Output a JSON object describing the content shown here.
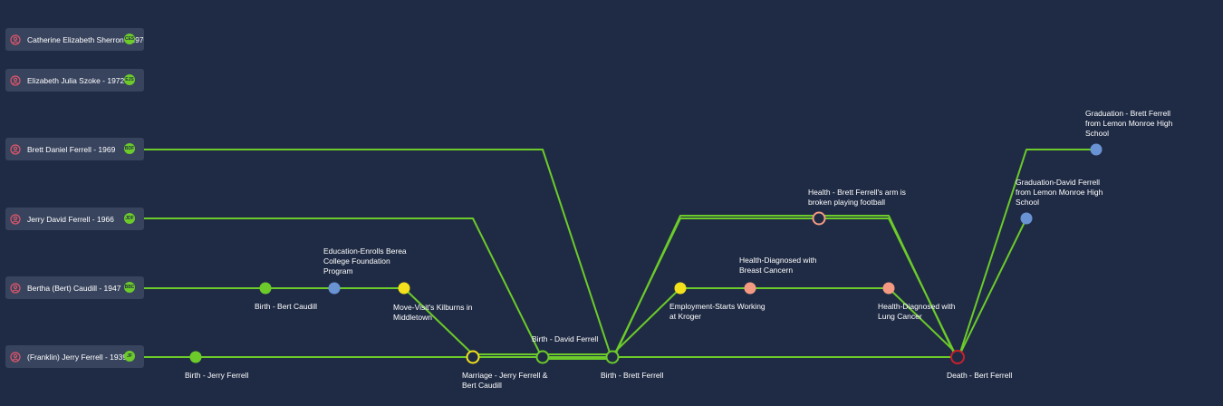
{
  "people": [
    {
      "id": "ces",
      "name": "Catherine Elizabeth Sherron - 1970",
      "initials": "CES"
    },
    {
      "id": "ejs",
      "name": "Elizabeth Julia Szoke - 1972",
      "initials": "EJS"
    },
    {
      "id": "bdf",
      "name": "Brett Daniel Ferrell - 1969",
      "initials": "BDF"
    },
    {
      "id": "jdf",
      "name": "Jerry David Ferrell - 1966",
      "initials": "JDF"
    },
    {
      "id": "bbc",
      "name": "Bertha (Bert) Caudill - 1947",
      "initials": "BBC"
    },
    {
      "id": "fjf",
      "name": "(Franklin) Jerry Ferrell - 1939",
      "initials": "JF"
    }
  ],
  "events": [
    {
      "id": "birth-jerry",
      "label": "Birth - Jerry Ferrell",
      "color": "#6ccb2a",
      "hollow": false
    },
    {
      "id": "birth-bert",
      "label": "Birth - Bert Caudill",
      "color": "#6ccb2a",
      "hollow": false
    },
    {
      "id": "edu-berea",
      "label": "Education-Enrolls Berea College Foundation Program",
      "color": "#6a93d4",
      "hollow": false
    },
    {
      "id": "move-kilburns",
      "label": "Move-Visit's Kilburns in Middletown",
      "color": "#f3e11b",
      "hollow": false
    },
    {
      "id": "marriage",
      "label": "Marriage - Jerry Ferrell & Bert Caudill",
      "color": "#f3e11b",
      "hollow": true
    },
    {
      "id": "birth-david",
      "label": "Birth - David Ferrell",
      "color": "#6ccb2a",
      "hollow": true
    },
    {
      "id": "birth-brett",
      "label": "Birth - Brett Ferrell",
      "color": "#6ccb2a",
      "hollow": true
    },
    {
      "id": "employment",
      "label": "Employment-Starts Working at Kroger",
      "color": "#f3e11b",
      "hollow": false
    },
    {
      "id": "health-arm",
      "label": "Health - Brett Ferrell's arm is broken playing football",
      "color": "#f59a82",
      "hollow": true
    },
    {
      "id": "health-breast",
      "label": "Health-Diagnosed with Breast Cancern",
      "color": "#f59a82",
      "hollow": false
    },
    {
      "id": "health-lung",
      "label": "Health-Diagnosed with Lung Cancer",
      "color": "#f59a82",
      "hollow": false
    },
    {
      "id": "death-bert",
      "label": "Death - Bert Ferrell",
      "color": "#c8202c",
      "hollow": true
    },
    {
      "id": "grad-david",
      "label": "Graduation-David Ferrell from Lemon Monroe High School",
      "color": "#6a93d4",
      "hollow": false
    },
    {
      "id": "grad-brett",
      "label": "Graduation - Brett Ferrell from Lemon Monroe High School",
      "color": "#6a93d4",
      "hollow": false
    }
  ],
  "colors": {
    "line": "#6ccb2a",
    "background": "#1f2b44",
    "card": "#38445e",
    "person_icon": "#e0566a"
  }
}
